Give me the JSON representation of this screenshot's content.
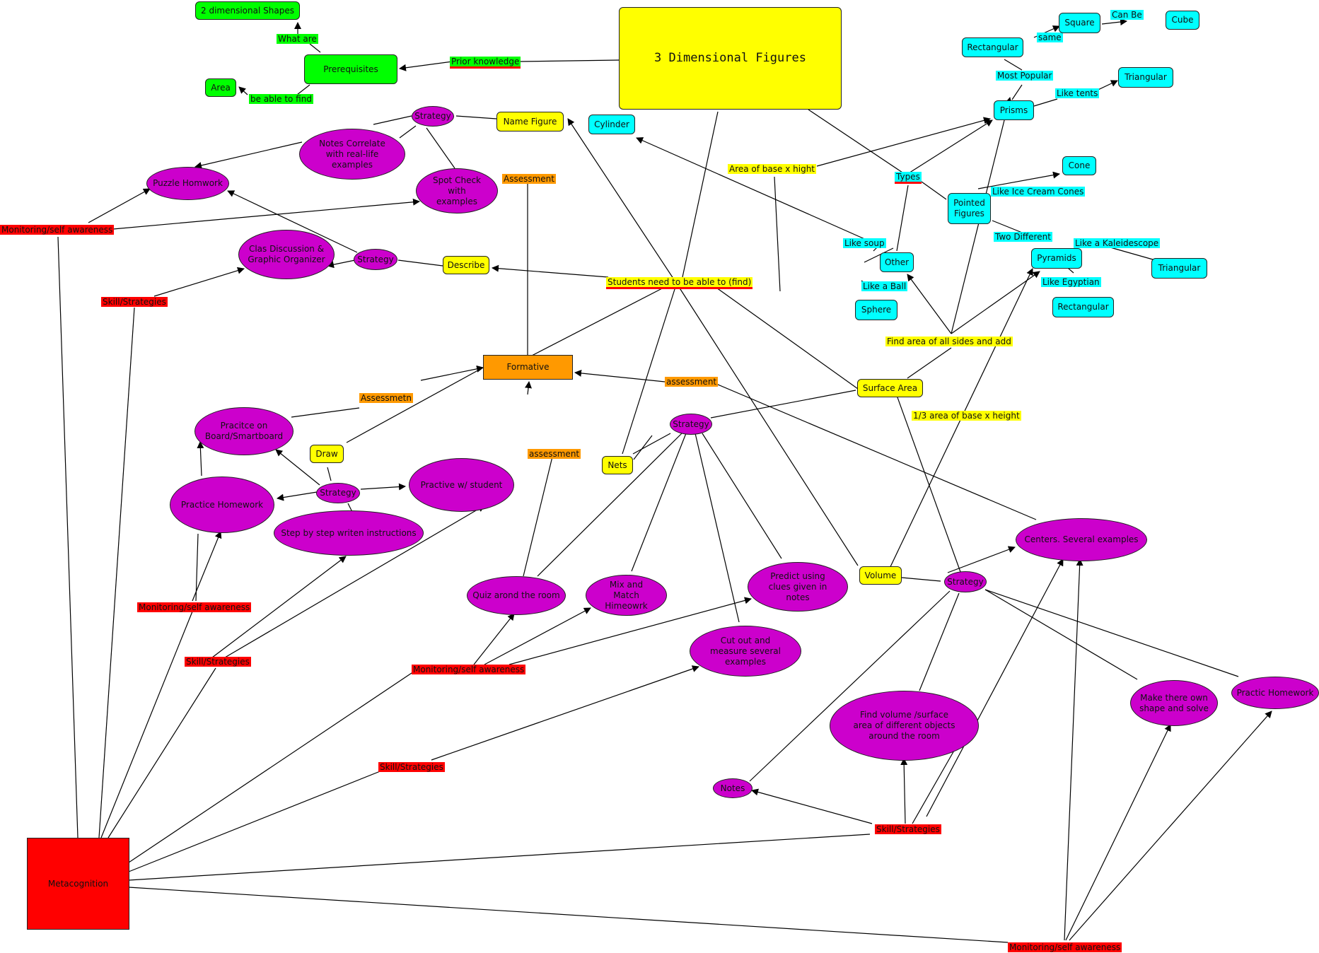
{
  "title": "3 Dimensional Figures",
  "nodes": {
    "prior_knowledge": "Prior knowledge",
    "prerequisites": "Prerequisites",
    "what_are": "What are",
    "two_d_shapes": "2 dimensional Shapes",
    "be_able_to_find": "be able to find",
    "area": "Area",
    "strategy_top": "Strategy",
    "name_figure": "Name Figure",
    "notes_correlate": "Notes Correlate with real-life examples",
    "puzzle_homework": "Puzzle Homwork",
    "spot_check": "Spot Check with examples",
    "assessment_top": "Assessment",
    "monitoring_1": "Monitoring/self awareness",
    "class_discussion": "Clas Discussion & Graphic Organizer",
    "strategy_describe": "Strategy",
    "describe": "Describe",
    "skill_1": "Skill/Strategies",
    "students_need": "Students need to be able to (find)",
    "formative": "Formative",
    "assessmetn": "Assessmetn",
    "assessment_right": "assessment",
    "practice_board": "Pracitce on Board/Smartboard",
    "draw": "Draw",
    "strategy_draw": "Strategy",
    "practive_student": "Practive w/ student",
    "practice_homework": "Practice Homework",
    "step_by_step": "Step by step writen instructions",
    "monitoring_2": "Monitoring/self awareness",
    "skill_2": "Skill/Strategies",
    "assessment_mid": "assessment",
    "nets": "Nets",
    "strategy_nets": "Strategy",
    "quiz_room": "Quiz arond the room",
    "mix_match": "Mix and Match Himeowrk",
    "predict_clues": "Predict using clues given in notes",
    "cut_out": "Cut out and measure several examples",
    "monitoring_3": "Monitoring/self awareness",
    "skill_3": "Skill/Strategies",
    "metacognition": "Metacognition",
    "cylinder": "Cylinder",
    "area_base_hight": "Area of base x hight",
    "types": "Types",
    "prisms": "Prisms",
    "most_popular": "Most Popular",
    "rectangular_prism": "Rectangular",
    "same": "same",
    "square": "Square",
    "can_be": "Can Be",
    "cube": "Cube",
    "like_tents": "Like tents",
    "triangular_prism": "Triangular",
    "pointed_figures": "Pointed Figures",
    "like_ice_cream": "Like Ice Cream Cones",
    "cone": "Cone",
    "two_different": "Two Different",
    "pyramids": "Pyramids",
    "like_kaleidescope": "Like a Kaleidescope",
    "triangular_pyramid": "Triangular",
    "like_egyptian": "Like Egyptian",
    "rectangular_pyramid": "Rectangular",
    "like_soup": "Like soup",
    "other": "Other",
    "like_ball": "Like a Ball",
    "sphere": "Sphere",
    "find_area_sides": "Find area of all sides and add",
    "surface_area": "Surface Area",
    "third_area": "1/3 area of base x height",
    "volume": "Volume",
    "strategy_volume": "Strategy",
    "centers": "Centers. Several examples",
    "make_own_shape": "Make there own shape and solve",
    "practic_homework": "Practic Homework",
    "find_volume": "Find volume /surface area of different objects around the room",
    "notes": "Notes",
    "skill_4": "Skill/Strategies",
    "monitoring_4": "Monitoring/self awareness"
  },
  "colors": {
    "main": "#ffff00",
    "cyan": "#00ffff",
    "green": "#00ff00",
    "orange": "#ff9900",
    "red": "#ff0000",
    "magenta": "#cc00cc"
  }
}
